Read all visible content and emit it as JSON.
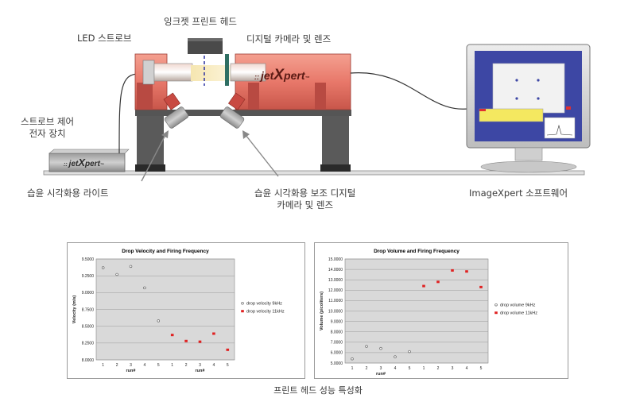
{
  "labels": {
    "inkjet_head": "잉크젯 프린트 헤드",
    "led_strobe": "LED 스트로브",
    "digital_camera": "디지털 카메라 및 렌즈",
    "strobe_control_line1": "스트로브 제어",
    "strobe_control_line2": "전자 장치",
    "wetting_light": "습윤 시각화용 라이트",
    "aux_camera_line1": "습윤 시각화용 보조 디지털",
    "aux_camera_line2": "카메라 및 렌즈",
    "software": "ImageXpert 소프트웨어",
    "caption": "프린트 헤드 성능 특성화"
  },
  "logo": {
    "prefix": "::",
    "part1": "jet",
    "part2": "X",
    "part3": "pert",
    "tm": "™"
  },
  "colors": {
    "housing": "#e8786a",
    "housing_dark": "#b84a42",
    "frame": "#555555",
    "series_open": "#666666",
    "series_red": "#e02020",
    "plot_bg": "#d9d9d9"
  },
  "chart_data": [
    {
      "type": "scatter",
      "title": "Drop Velocity and Firing Frequency",
      "xlabel": "run#",
      "ylabel": "Velocity (m/s)",
      "ylim": [
        8.0,
        9.5
      ],
      "yticks": [
        "9.5000",
        "9.2500",
        "9.0000",
        "8.7500",
        "8.5000",
        "8.2500",
        "8.0000"
      ],
      "xticks": [
        "1",
        "2",
        "3",
        "4",
        "5",
        "1",
        "2",
        "3",
        "4",
        "5"
      ],
      "xlabel_count": 2,
      "legend_position": "right",
      "series": [
        {
          "name": "drop velocity 9kHz",
          "marker": "open",
          "x": [
            1,
            2,
            3,
            4,
            5
          ],
          "values": [
            9.37,
            9.27,
            9.39,
            9.07,
            8.58
          ]
        },
        {
          "name": "drop velocity 11kHz",
          "marker": "red",
          "x": [
            6,
            7,
            8,
            9,
            10
          ],
          "values": [
            8.37,
            8.28,
            8.27,
            8.39,
            8.15
          ]
        }
      ]
    },
    {
      "type": "scatter",
      "title": "Drop Volume and Firing Frequency",
      "xlabel": "run#",
      "ylabel": "Volume (picoliters)",
      "ylim": [
        5.0,
        15.0
      ],
      "yticks": [
        "15.0000",
        "14.0000",
        "13.0000",
        "12.0000",
        "11.0000",
        "10.0000",
        "9.0000",
        "8.0000",
        "7.0000",
        "6.0000",
        "5.0000"
      ],
      "xticks": [
        "1",
        "2",
        "3",
        "4",
        "5",
        "1",
        "2",
        "3",
        "4",
        "5"
      ],
      "xlabel_count": 1,
      "legend_position": "right",
      "series": [
        {
          "name": "drop volume 9kHz",
          "marker": "open",
          "x": [
            1,
            2,
            3,
            4,
            5
          ],
          "values": [
            5.4,
            6.6,
            6.4,
            5.6,
            6.1
          ]
        },
        {
          "name": "drop volume 11kHz",
          "marker": "red",
          "x": [
            6,
            7,
            8,
            9,
            10
          ],
          "values": [
            12.4,
            12.8,
            13.9,
            13.8,
            12.3
          ]
        }
      ]
    }
  ]
}
